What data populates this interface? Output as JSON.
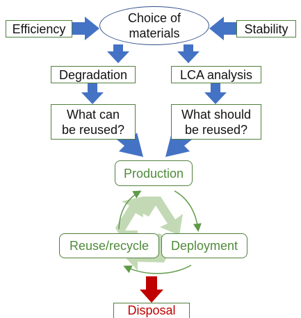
{
  "nodes": {
    "choice": "Choice of\nmaterials",
    "efficiency": "Efficiency",
    "stability": "Stability",
    "degradation": "Degradation",
    "lca": "LCA analysis",
    "what_can": "What can\nbe reused?",
    "what_should": "What should\nbe reused?",
    "production": "Production",
    "reuse_recycle": "Reuse/recycle",
    "deployment": "Deployment",
    "disposal": "Disposal"
  },
  "colors": {
    "blue_arrow": "#4472c4",
    "red_arrow": "#c00000",
    "green_border": "#4f7f3a",
    "green_text": "#4f8a3a",
    "recycle_symbol": "#b9d3a9",
    "cycle_arrows": "#5e9a48"
  }
}
